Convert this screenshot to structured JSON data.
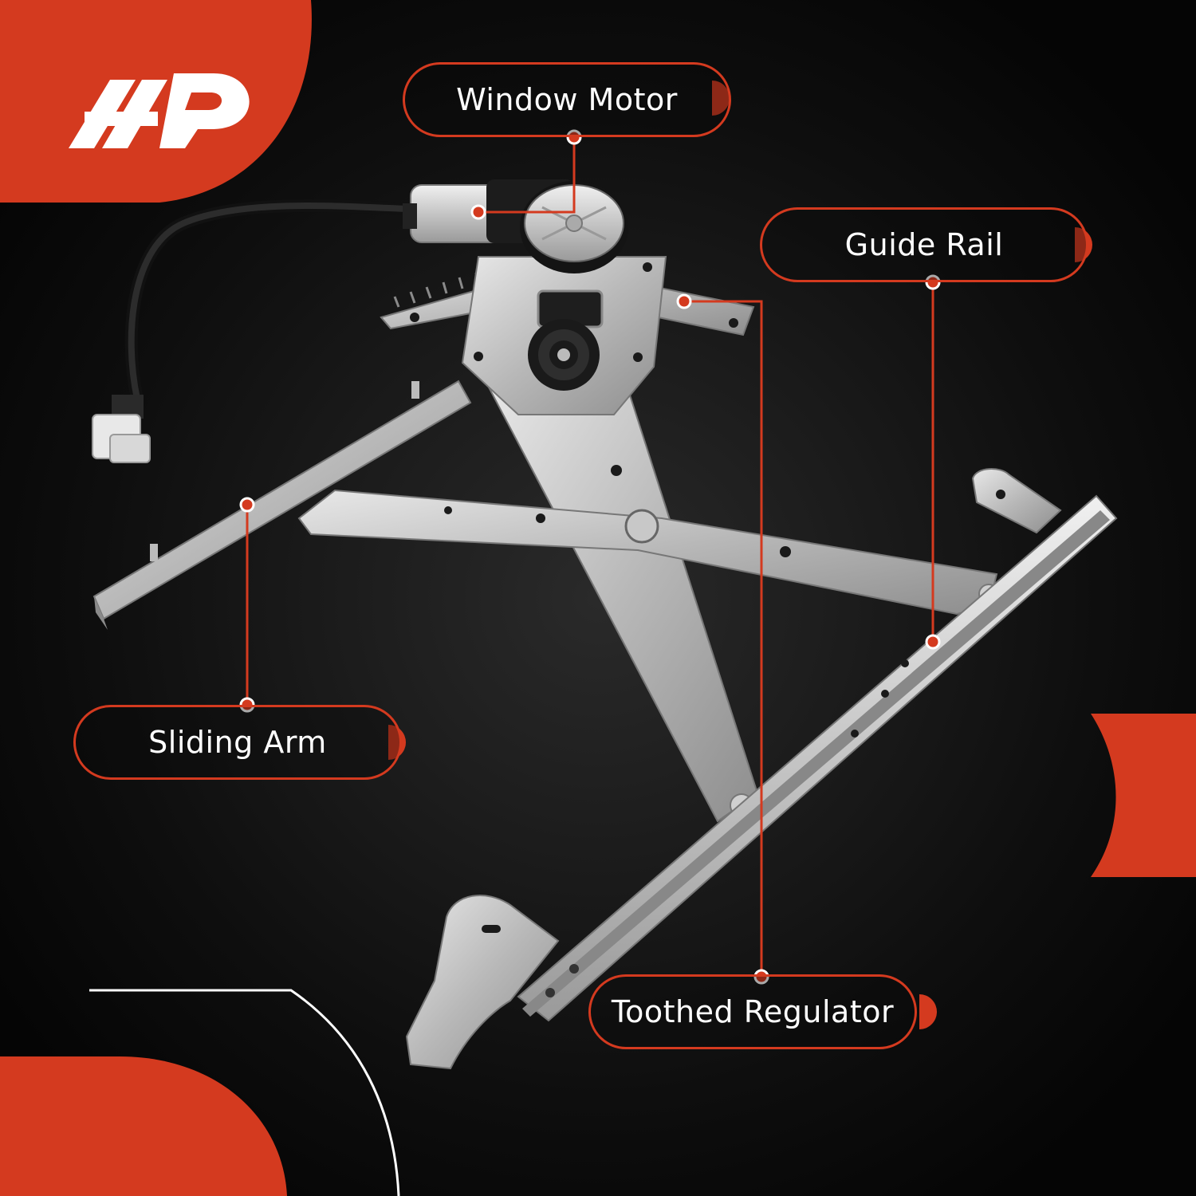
{
  "brand": {
    "accent_color": "#d43a1f",
    "logo_text": "A-P",
    "logo_icon": "a-premium-logo-icon"
  },
  "product": {
    "name": "power window regulator with motor",
    "icon": "window-regulator-assembly-illustration"
  },
  "callouts": {
    "window_motor": "Window Motor",
    "guide_rail": "Guide Rail",
    "sliding_arm": "Sliding Arm",
    "toothed_regulator": "Toothed Regulator"
  }
}
